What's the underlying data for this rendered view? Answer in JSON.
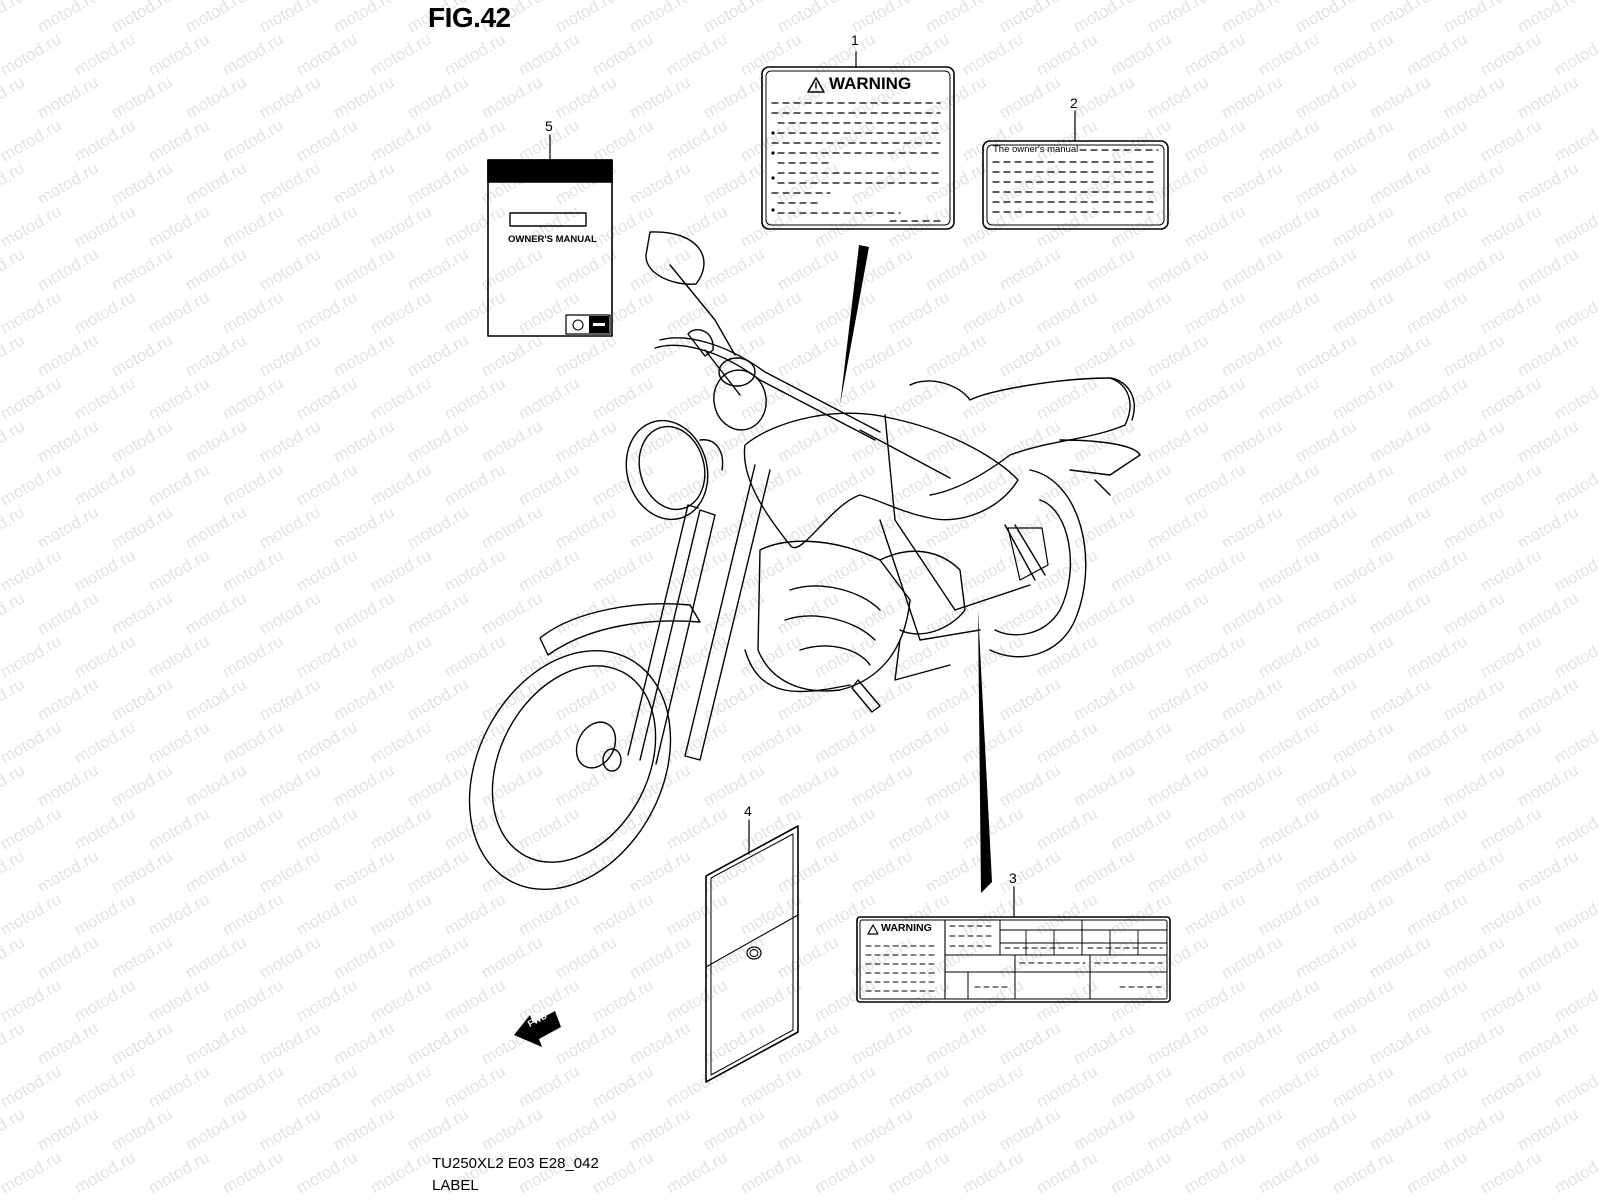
{
  "figure": {
    "title": "FIG.42",
    "code": "TU250XL2 E03 E28_042",
    "name": "LABEL"
  },
  "watermark": "motod.ru",
  "callouts": [
    "1",
    "2",
    "3",
    "4",
    "5"
  ],
  "labels": {
    "warning_label": {
      "heading": "WARNING"
    },
    "manual_label": {
      "heading": "The owner's manual"
    },
    "frame_warning_label": {
      "heading": "WARNING"
    },
    "owners_manual": {
      "title": "OWNER'S MANUAL"
    }
  },
  "fwd_arrow": {
    "text": "FWD"
  }
}
